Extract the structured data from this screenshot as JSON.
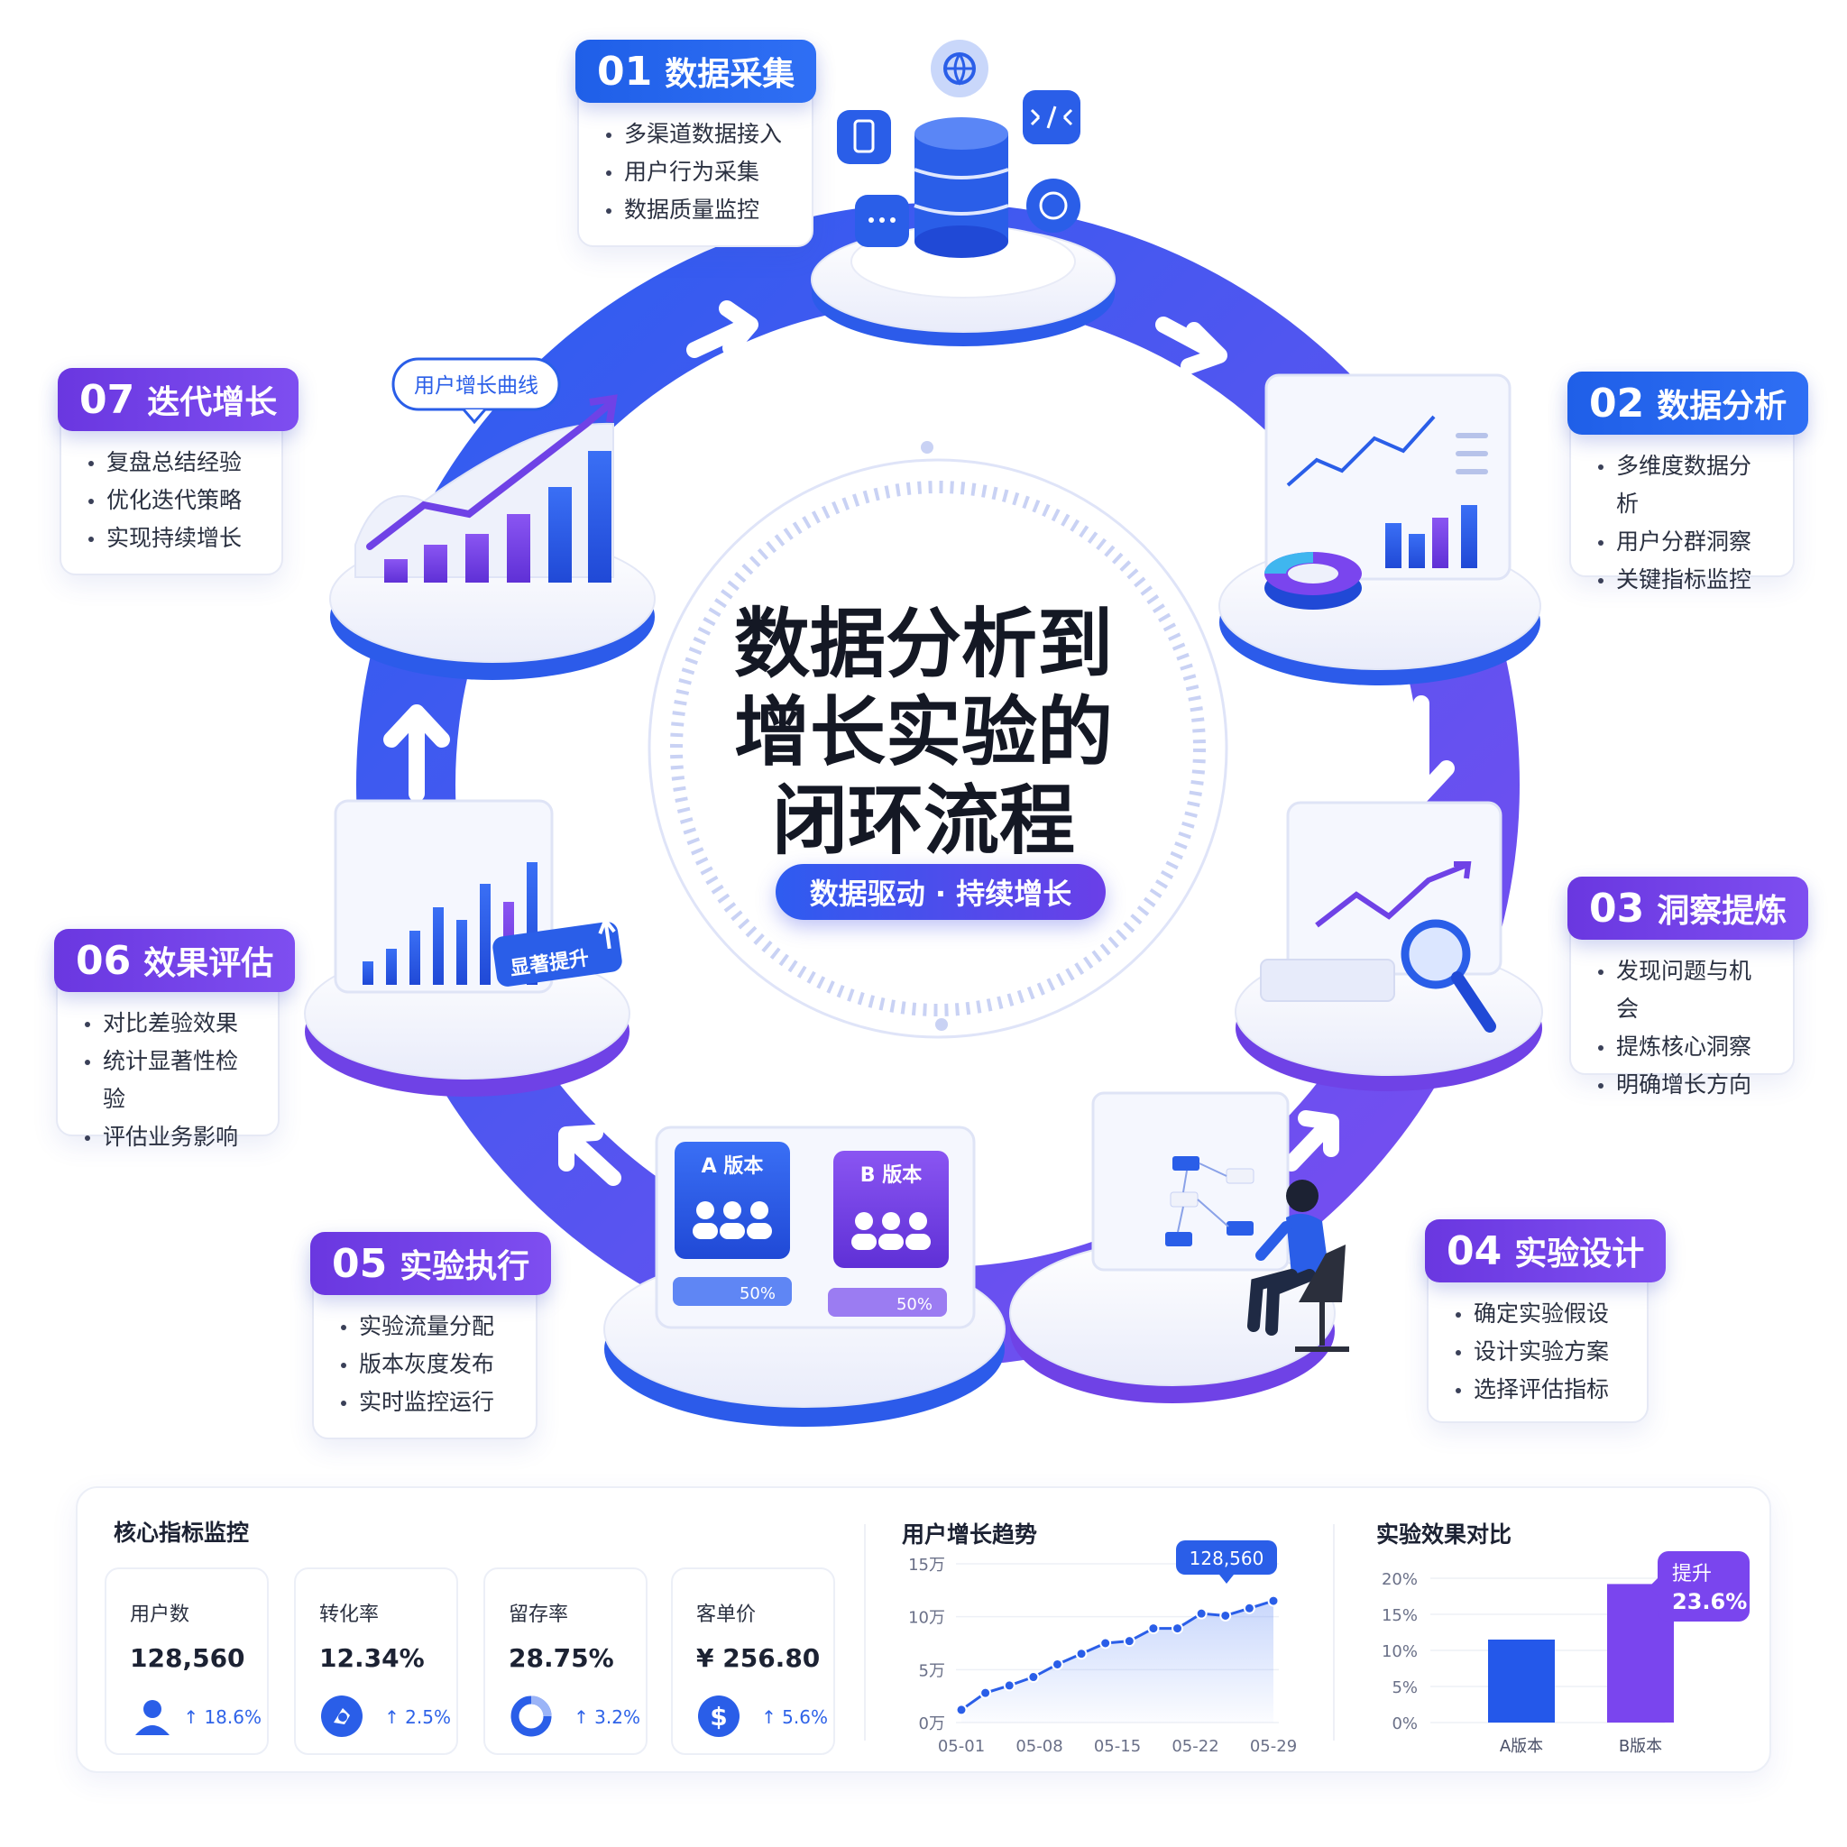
{
  "center": {
    "title_lines": [
      "数据分析到",
      "增长实验的",
      "闭环流程"
    ],
    "badge": "数据驱动 · 持续增长"
  },
  "steps": [
    {
      "num": "01",
      "name": "数据采集",
      "bullets": [
        "多渠道数据接入",
        "用户行为采集",
        "数据质量监控"
      ]
    },
    {
      "num": "02",
      "name": "数据分析",
      "bullets": [
        "多维度数据分析",
        "用户分群洞察",
        "关键指标监控"
      ]
    },
    {
      "num": "03",
      "name": "洞察提炼",
      "bullets": [
        "发现问题与机会",
        "提炼核心洞察",
        "明确增长方向"
      ]
    },
    {
      "num": "04",
      "name": "实验设计",
      "bullets": [
        "确定实验假设",
        "设计实验方案",
        "选择评估指标"
      ]
    },
    {
      "num": "05",
      "name": "实验执行",
      "bullets": [
        "实验流量分配",
        "版本灰度发布",
        "实时监控运行"
      ]
    },
    {
      "num": "06",
      "name": "效果评估",
      "bullets": [
        "对比差验效果",
        "统计显著性检验",
        "评估业务影响"
      ]
    },
    {
      "num": "07",
      "name": "迭代增长",
      "bullets": [
        "复盘总结经验",
        "优化迭代策略",
        "实现持续增长"
      ]
    }
  ],
  "illustrations": {
    "growth_bubble": "用户增长曲线",
    "significance_tag": "显著提升",
    "ab_a_label": "A 版本",
    "ab_b_label": "B 版本",
    "ab_a_split": "50%",
    "ab_b_split": "50%"
  },
  "colors": {
    "blue": "#2458ea",
    "violet": "#7a45ee",
    "ring_start": "#2b5ef0",
    "ring_end": "#7c4cf0"
  },
  "kpi": {
    "heading": "核心指标监控",
    "cards": [
      {
        "label": "用户数",
        "value": "128,560",
        "delta": "↑ 18.6%",
        "icon": "user-icon"
      },
      {
        "label": "转化率",
        "value": "12.34%",
        "delta": "↑ 2.5%",
        "icon": "conversion-icon"
      },
      {
        "label": "留存率",
        "value": "28.75%",
        "delta": "↑ 3.2%",
        "icon": "retention-icon"
      },
      {
        "label": "客单价",
        "value": "¥ 256.80",
        "delta": "↑ 5.6%",
        "icon": "dollar-icon"
      }
    ]
  },
  "chart_data": [
    {
      "type": "line",
      "title": "用户增长趋势",
      "x_ticks": [
        "05-01",
        "05-08",
        "05-15",
        "05-22",
        "05-29"
      ],
      "y_ticks": [
        "0万",
        "5万",
        "10万",
        "15万"
      ],
      "ylim": [
        0,
        150000
      ],
      "x": [
        "05-01",
        "05-03",
        "05-05",
        "05-08",
        "05-10",
        "05-13",
        "05-15",
        "05-17",
        "05-19",
        "05-21",
        "05-23",
        "05-25",
        "05-27",
        "05-29"
      ],
      "values": [
        12000,
        28000,
        35000,
        43000,
        55000,
        65000,
        75000,
        77000,
        89000,
        89000,
        103000,
        101000,
        108000,
        115000
      ],
      "callout": "128,560",
      "fill": "area"
    },
    {
      "type": "bar",
      "title": "实验效果对比",
      "categories": [
        "A版本",
        "B版本"
      ],
      "values": [
        11.5,
        19.2
      ],
      "y_ticks": [
        "0%",
        "5%",
        "10%",
        "15%",
        "20%"
      ],
      "ylim": [
        0,
        20
      ],
      "callout_lines": [
        "提升",
        "23.6%"
      ]
    }
  ]
}
